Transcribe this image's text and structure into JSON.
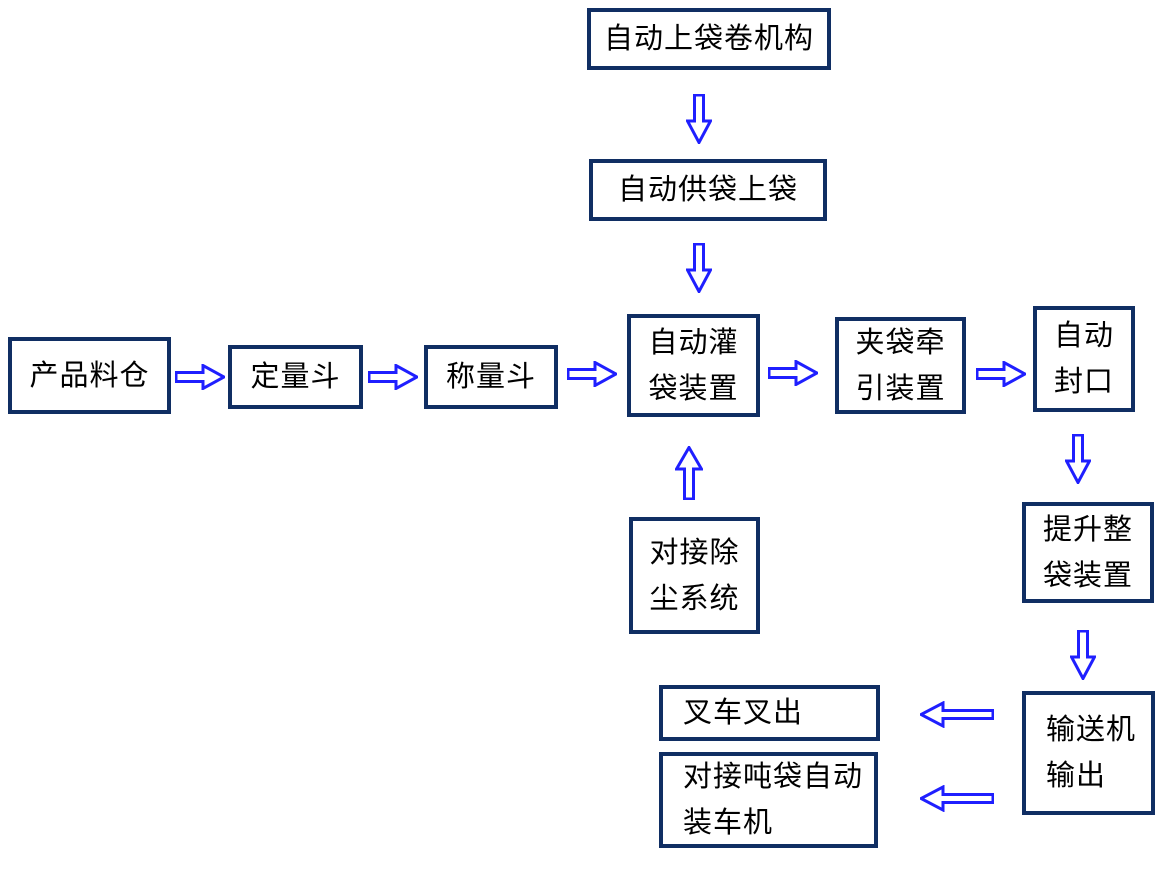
{
  "diagram": {
    "colors": {
      "background": "#FFFFFF",
      "box_border": "#102E63",
      "arrow_outline": "#1F1FFF",
      "text": "#000000"
    },
    "nodes": [
      {
        "id": "bag-roll-mechanism",
        "label": "自动上袋卷机构"
      },
      {
        "id": "bag-supply",
        "label": "自动供袋上袋"
      },
      {
        "id": "product-silo",
        "label": "产品料仓"
      },
      {
        "id": "dosing-hopper",
        "label": "定量斗"
      },
      {
        "id": "weighing-hopper",
        "label": "称量斗"
      },
      {
        "id": "bag-filling-device",
        "label": "自动灌\n袋装置"
      },
      {
        "id": "bag-clamp-traction",
        "label": "夹袋牵\n引装置"
      },
      {
        "id": "auto-sealing",
        "label": "自动\n封口"
      },
      {
        "id": "dust-removal",
        "label": "对接除\n尘系统"
      },
      {
        "id": "bag-lifting",
        "label": "提升整\n袋装置"
      },
      {
        "id": "conveyor-output",
        "label": "输送机\n输出"
      },
      {
        "id": "forklift-out",
        "label": "叉车叉出"
      },
      {
        "id": "truck-loader",
        "label": "对接吨袋自动\n装车机"
      }
    ],
    "edges": [
      {
        "from": "自动上袋卷机构",
        "to": "自动供袋上袋",
        "direction": "down"
      },
      {
        "from": "自动供袋上袋",
        "to": "自动灌袋装置",
        "direction": "down"
      },
      {
        "from": "产品料仓",
        "to": "定量斗",
        "direction": "right"
      },
      {
        "from": "定量斗",
        "to": "称量斗",
        "direction": "right"
      },
      {
        "from": "称量斗",
        "to": "自动灌袋装置",
        "direction": "right"
      },
      {
        "from": "自动灌袋装置",
        "to": "夹袋牵引装置",
        "direction": "right"
      },
      {
        "from": "夹袋牵引装置",
        "to": "自动封口",
        "direction": "right"
      },
      {
        "from": "对接除尘系统",
        "to": "自动灌袋装置",
        "direction": "up"
      },
      {
        "from": "自动封口",
        "to": "提升整袋装置",
        "direction": "down"
      },
      {
        "from": "提升整袋装置",
        "to": "输送机输出",
        "direction": "down"
      },
      {
        "from": "输送机输出",
        "to": "叉车叉出",
        "direction": "left"
      },
      {
        "from": "输送机输出",
        "to": "对接吨袋自动装车机",
        "direction": "left"
      }
    ]
  }
}
